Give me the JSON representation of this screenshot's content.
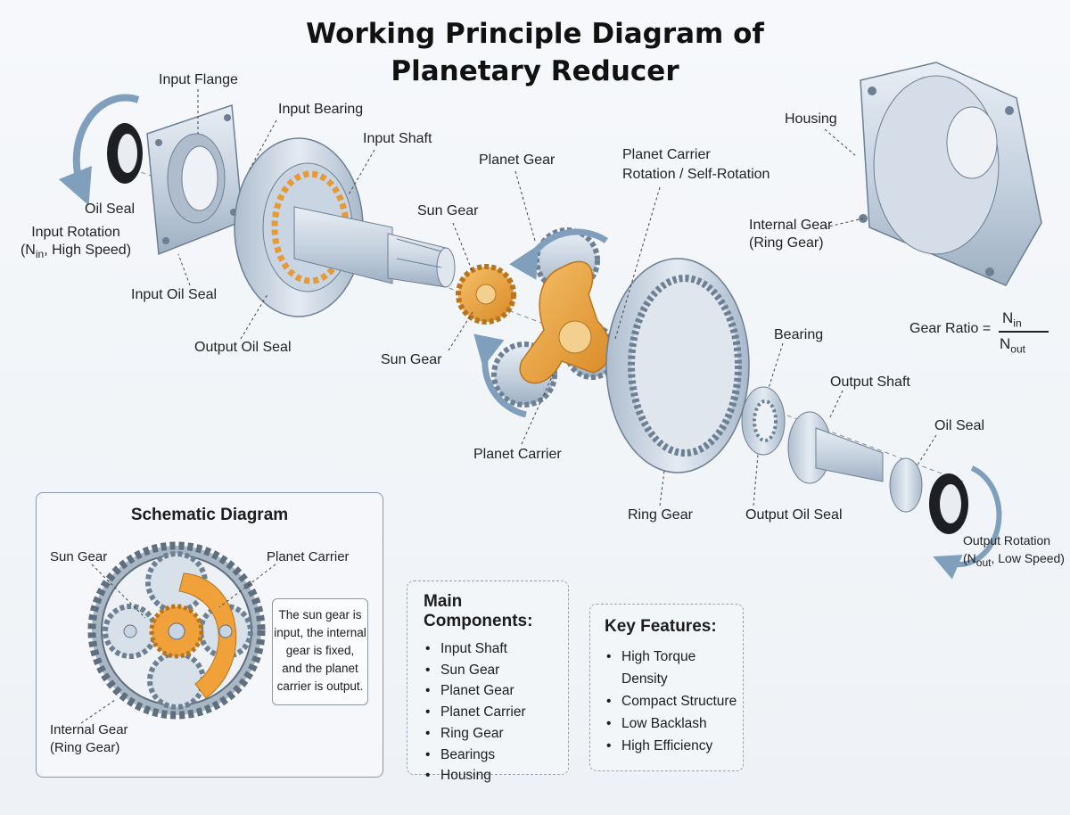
{
  "title": {
    "line1": "Working Principle Diagram of",
    "line2": "Planetary Reducer"
  },
  "labels": {
    "input_flange": "Input Flange",
    "input_bearing": "Input Bearing",
    "input_shaft": "Input Shaft",
    "oil_seal_left": "Oil Seal",
    "input_rotation_l1": "Input Rotation",
    "input_rotation_l2a": "(N",
    "input_rotation_sub": "in",
    "input_rotation_l2b": ", High Speed)",
    "input_oil_seal": "Input Oil Seal",
    "output_oil_seal_left": "Output Oil Seal",
    "planet_gear": "Planet Gear",
    "sun_gear_top": "Sun Gear",
    "sun_gear_bottom": "Sun Gear",
    "planet_carrier_rot_l1": "Planet Carrier",
    "planet_carrier_rot_l2": "Rotation / Self-Rotation",
    "planet_carrier": "Planet Carrier",
    "housing": "Housing",
    "internal_gear_l1": "Internal Gear",
    "internal_gear_l2": "(Ring Gear)",
    "bearing": "Bearing",
    "output_shaft": "Output Shaft",
    "oil_seal_right": "Oil Seal",
    "ring_gear": "Ring Gear",
    "output_oil_seal_right": "Output Oil Seal",
    "output_rotation_l1": "Output Rotation",
    "output_rotation_l2a": "(N",
    "output_rotation_sub": "out",
    "output_rotation_l2b": ", Low Speed)"
  },
  "gear_ratio": {
    "label": "Gear Ratio =",
    "num": "N",
    "num_sub": "in",
    "den": "N",
    "den_sub": "out"
  },
  "schematic": {
    "title": "Schematic Diagram",
    "sun_gear": "Sun Gear",
    "planet_carrier": "Planet Carrier",
    "internal_gear_l1": "Internal Gear",
    "internal_gear_l2": "(Ring Gear)",
    "note": [
      "The sun gear is",
      "input, the internal",
      "gear is fixed,",
      "and the planet",
      "carrier is output."
    ]
  },
  "main_components": {
    "heading": "Main Components:",
    "items": [
      "Input Shaft",
      "Sun Gear",
      "Planet Gear",
      "Planet Carrier",
      "Ring Gear",
      "Bearings",
      "Housing"
    ]
  },
  "key_features": {
    "heading": "Key Features:",
    "items": [
      "High Torque Density",
      "Compact Structure",
      "Low Backlash",
      "High Efficiency"
    ]
  },
  "colors": {
    "metal": "#c9d6e4",
    "metal_dark": "#8ea3b9",
    "brass": "#e9a23b",
    "brass_dark": "#b8741c",
    "arrow": "#7f9fbd"
  }
}
